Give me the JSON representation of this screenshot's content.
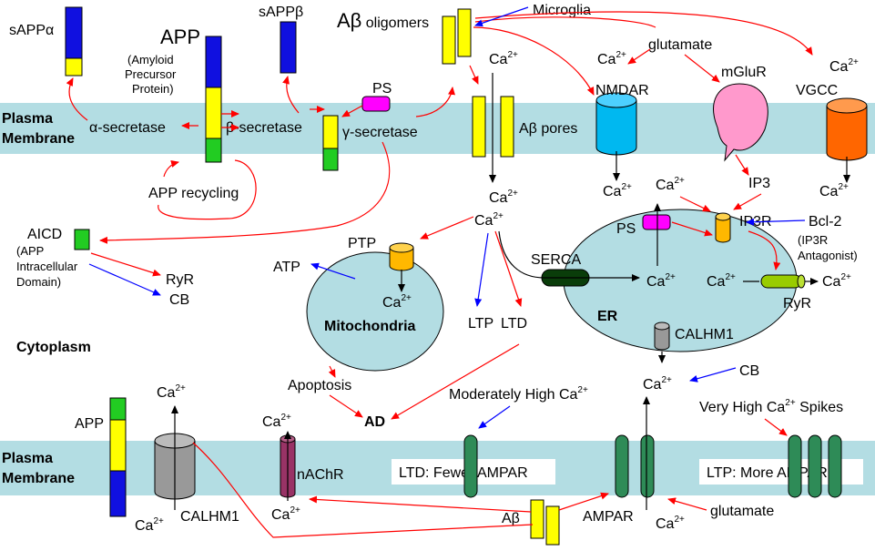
{
  "membrane_top": {
    "line1": "Plasma",
    "line2": "Membrane"
  },
  "membrane_bottom": {
    "line1": "Plasma",
    "line2": "Membrane"
  },
  "labels": {
    "sappa": "sAPPα",
    "app_title": "APP",
    "app_full1": "(Amyloid",
    "app_full2": "Precursor",
    "app_full3": "Protein)",
    "sappb": "sAPPβ",
    "abeta_oligomers_a": "Aβ",
    "abeta_oligomers_b": " oligomers",
    "microglia": "Microglia",
    "ps_top": "PS",
    "alpha_secretase": "α-secretase",
    "beta_secretase": "β-secretase",
    "gamma_secretase": "γ-secretase",
    "abeta_pores": "Aβ pores",
    "glutamate_top": "glutamate",
    "nmdar": "NMDAR",
    "mglur": "mGluR",
    "vgcc": "VGCC",
    "app_recycling": "APP recycling",
    "aicd": "AICD",
    "aicd_full1": "(APP",
    "aicd_full2": "Intracellular",
    "aicd_full3": "Domain)",
    "ryr_left": "RyR",
    "cb_left": "CB",
    "ptp": "PTP",
    "atp": "ATP",
    "mitochondria": "Mitochondria",
    "cytoplasm": "Cytoplasm",
    "ip3": "IP3",
    "ps_er": "PS",
    "ip3r": "IP3R",
    "bcl2": "Bcl-2",
    "ip3r_ant1": "(IP3R",
    "ip3r_ant2": "Antagonist)",
    "serca": "SERCA",
    "er": "ER",
    "ryr_er": "RyR",
    "calhm1_er": "CALHM1",
    "ltp": "LTP",
    "ltd": "LTD",
    "apoptosis": "Apoptosis",
    "ad": "AD",
    "cb_right": "CB",
    "moderately_high": "Moderately High Ca",
    "very_high_a": "Very High Ca",
    "very_high_b": " Spikes",
    "app_bottom": "APP",
    "calhm1_bottom": "CALHM1",
    "nachr": "nAChR",
    "ltd_box": "LTD: Fewer AMPAR",
    "ltp_box": "LTP: More AMPAR",
    "abeta_bottom": "Aβ",
    "ampar": "AMPAR",
    "glutamate_bottom": "glutamate",
    "ca": "Ca",
    "ca_sup": "2+"
  },
  "colors": {
    "membrane": "#b3dde3",
    "app_blue": "#1010e0",
    "app_yellow": "#ffff00",
    "app_green": "#22cc22",
    "ps_magenta": "#ff00ff",
    "nmdar_cyan": "#00b8f0",
    "mglur_pink": "#ff99cc",
    "vgcc_orange": "#ff6600",
    "ptp_orange": "#ffb800",
    "serca_green": "#0a3d0a",
    "ryr_green": "#99cc00",
    "calhm1_gray": "#999999",
    "nachr_purple": "#993366",
    "ampar_green": "#2e8b57",
    "mito_fill": "#b3dde3",
    "red_arrow": "#ff0000",
    "blue_arrow": "#0000ff"
  }
}
